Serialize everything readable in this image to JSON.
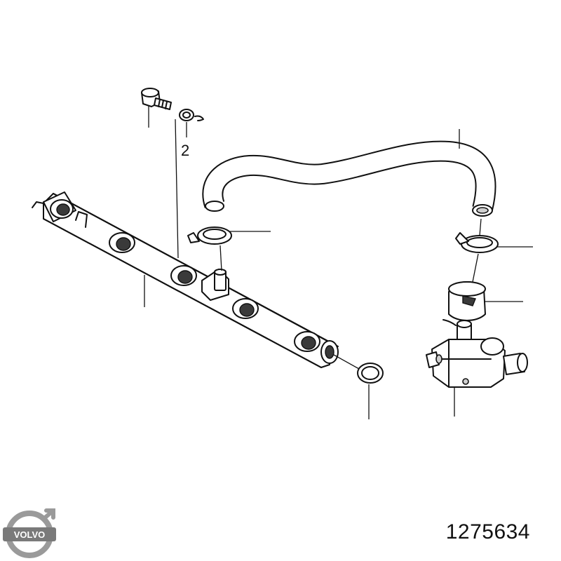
{
  "diagram": {
    "callout_2": "2",
    "part_number": "1275634",
    "logo": {
      "brand_text": "VOLVO",
      "ring_color": "#9a9a9a",
      "band_color": "#7a7a7a",
      "text_color": "#ffffff"
    },
    "parts": [
      "bolt",
      "washer",
      "fuel-rail",
      "fuel-hose",
      "hose-clamp-left",
      "hose-clamp-right",
      "o-ring",
      "pressure-regulator",
      "regulator-cap"
    ]
  }
}
